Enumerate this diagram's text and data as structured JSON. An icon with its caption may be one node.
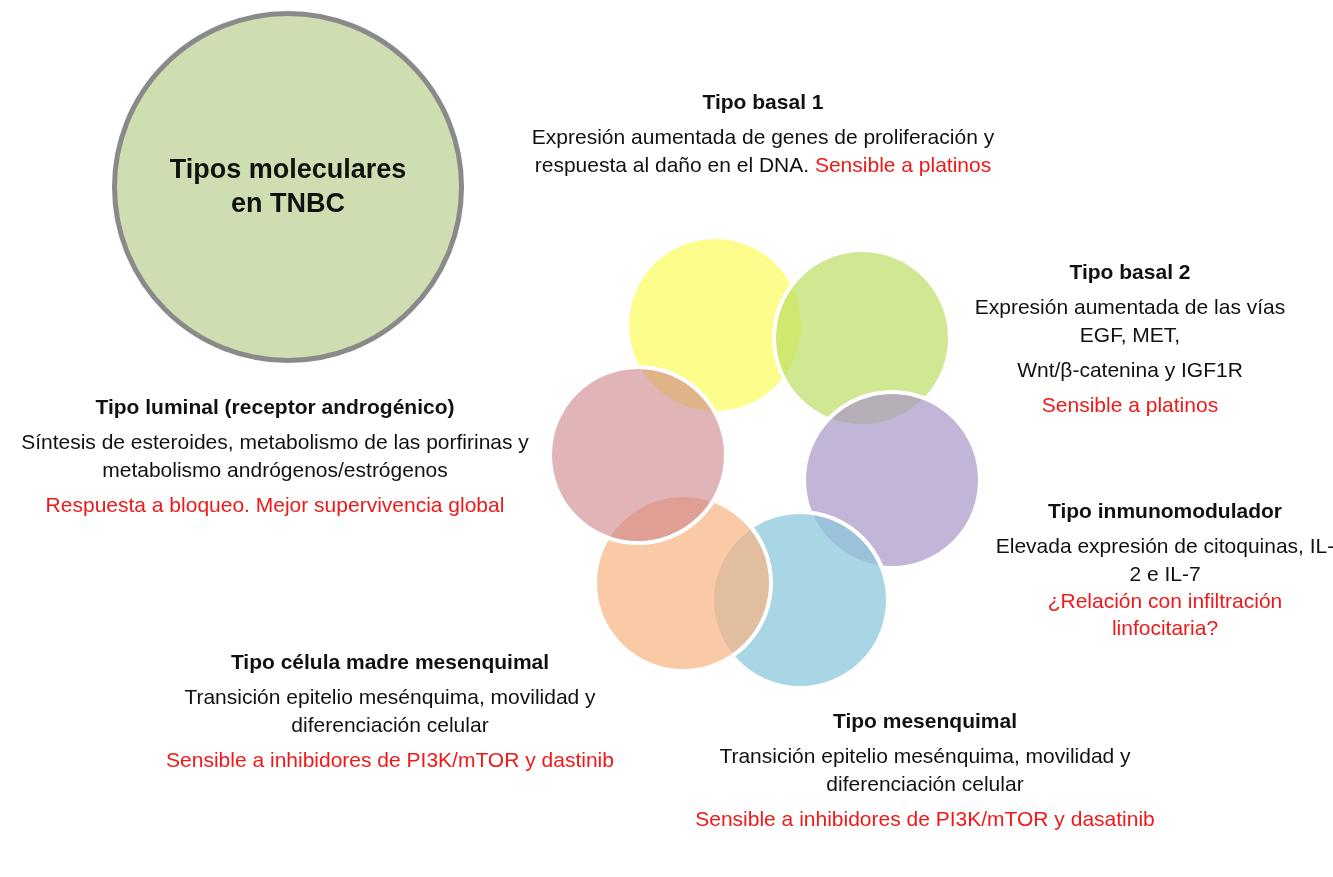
{
  "diagram": {
    "nodes": [
      {
        "text": [
          "Tipos moleculares en TNBC"
        ]
      },
      {
        "text": [],
        "shape": "circle"
      },
      {
        "text": [],
        "shape": "circle"
      },
      {
        "text": [],
        "shape": "circle"
      },
      {
        "text": [],
        "shape": "circle"
      },
      {
        "text": [],
        "shape": "circle"
      },
      {
        "text": [],
        "shape": "circle"
      }
    ],
    "labels": [
      "Tipo basal 1",
      "Expresión aumentada de genes de proliferación y respuesta al daño en el DNA.",
      "Sensible a platinos",
      "Tipo basal 2",
      "Expresión aumentada de las vías EGF, MET,",
      "Wnt/β-catenina y IGF1R",
      "Sensible a platinos",
      "Tipo luminal (receptor androgénico)",
      "Síntesis de esteroides, metabolismo de las porfirinas y metabolismo andrógenos/estrógenos",
      "Respuesta a bloqueo. Mejor supervivencia global",
      "Tipo inmunomodulador",
      "Elevada expresión de citoquinas, IL-2 e IL-7",
      "¿Relación con infiltración linfocitaria?",
      "Tipo célula madre mesenquimal",
      "Transición epitelio mesénquima, movilidad y diferenciación celular",
      "Sensible a inhibidores de PI3K/mTOR y dastinib",
      "Tipo mesenquimal",
      "Transición epitelio mesénquima, movilidad y diferenciación celular",
      "Sensible a inhibidores de PI3K/mTOR y dasatinib"
    ]
  }
}
